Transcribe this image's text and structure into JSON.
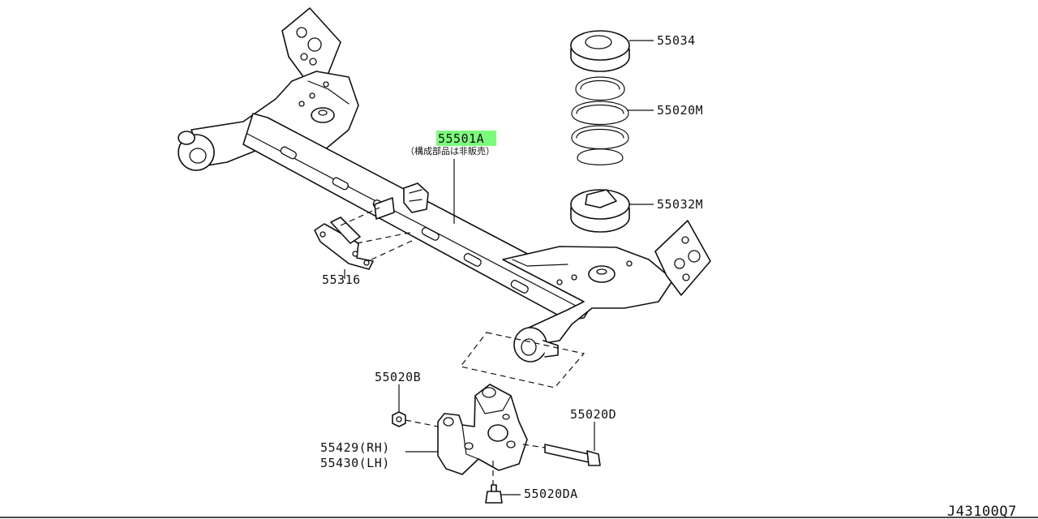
{
  "parts": {
    "p55034": "55034",
    "p55020M": "55020M",
    "p55032M": "55032M",
    "p55501A": "55501A",
    "p55501A_note": "（構成部品は非販売）",
    "p55316": "55316",
    "p55020B": "55020B",
    "p55020D": "55020D",
    "p55429": "55429(RH)",
    "p55430": "55430(LH)",
    "p55020DA": "55020DA"
  },
  "diagram_code": "J43100Q7",
  "highlight_color": "#7CFC7C"
}
